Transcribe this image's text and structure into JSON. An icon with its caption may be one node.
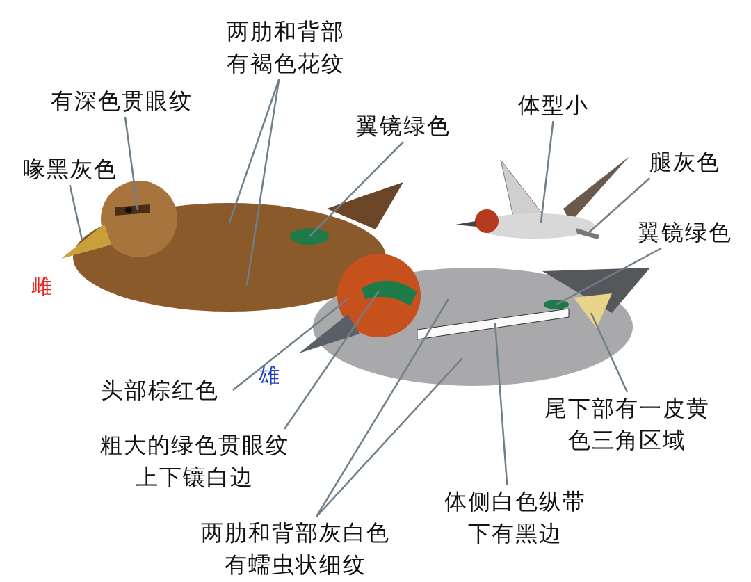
{
  "diagram": {
    "nodes": [
      {
        "text": [
          "有深色贯眼纹"
        ]
      },
      {
        "text": [
          "喙黑灰色"
        ]
      },
      {
        "text": [
          "两肋和背部有褐色花纹"
        ]
      },
      {
        "text": [
          "翼镜绿色"
        ]
      },
      {
        "text": [
          "体型小"
        ]
      },
      {
        "text": [
          "腿灰色"
        ]
      },
      {
        "text": [
          "翼镜绿色"
        ]
      },
      {
        "text": [
          "头部棕红色"
        ]
      },
      {
        "text": [
          "粗大的绿色贯眼纹上下镶白边"
        ]
      },
      {
        "text": [
          "尾下部有一皮黄色三角区域"
        ]
      },
      {
        "text": [
          "体侧白色纵带下有黑边"
        ]
      },
      {
        "text": [
          "两肋和背部灰白色有蠕虫状细纹"
        ]
      },
      {
        "text": [],
        "shape": "bar"
      },
      {
        "text": [],
        "shape": "triangle"
      },
      {
        "text": [],
        "shape": "circle"
      },
      {
        "text": [],
        "shape": "circle",
        "in": 14
      },
      {
        "text": [],
        "shape": "circle"
      },
      {
        "text": [],
        "shape": "bar"
      },
      {
        "text": [],
        "shape": "circle",
        "in": 23
      },
      {
        "text": [],
        "shape": "circle"
      },
      {
        "text": [],
        "shape": "bar",
        "in": 19
      },
      {
        "text": [],
        "shape": "triangle",
        "in": 23
      },
      {
        "text": [],
        "shape": "bar",
        "in": 23
      },
      {
        "text": [],
        "shape": "circle"
      },
      {
        "text": [],
        "shape": "triangle"
      }
    ],
    "edges": [
      {
        "from": 0,
        "to": 12,
        "arrow": "none"
      },
      {
        "from": 1,
        "to": 13,
        "arrow": "none"
      },
      {
        "from": 2,
        "to": 14,
        "arrow": "none"
      },
      {
        "from": 2,
        "to": 14,
        "arrow": "none"
      },
      {
        "from": 3,
        "to": 15,
        "arrow": "none"
      },
      {
        "from": 4,
        "to": 16,
        "arrow": "none"
      },
      {
        "from": 5,
        "to": 17,
        "arrow": "none"
      },
      {
        "from": 6,
        "to": 18,
        "arrow": "none"
      },
      {
        "from": 7,
        "to": 19,
        "arrow": "none"
      },
      {
        "from": 8,
        "to": 20,
        "arrow": "none"
      },
      {
        "from": 9,
        "to": 21,
        "arrow": "none"
      },
      {
        "from": 10,
        "to": 22,
        "arrow": "none"
      },
      {
        "from": 11,
        "to": 23,
        "arrow": "none"
      },
      {
        "from": 11,
        "to": 23,
        "arrow": "none"
      }
    ],
    "labels": [
      "雌",
      "雄"
    ]
  }
}
